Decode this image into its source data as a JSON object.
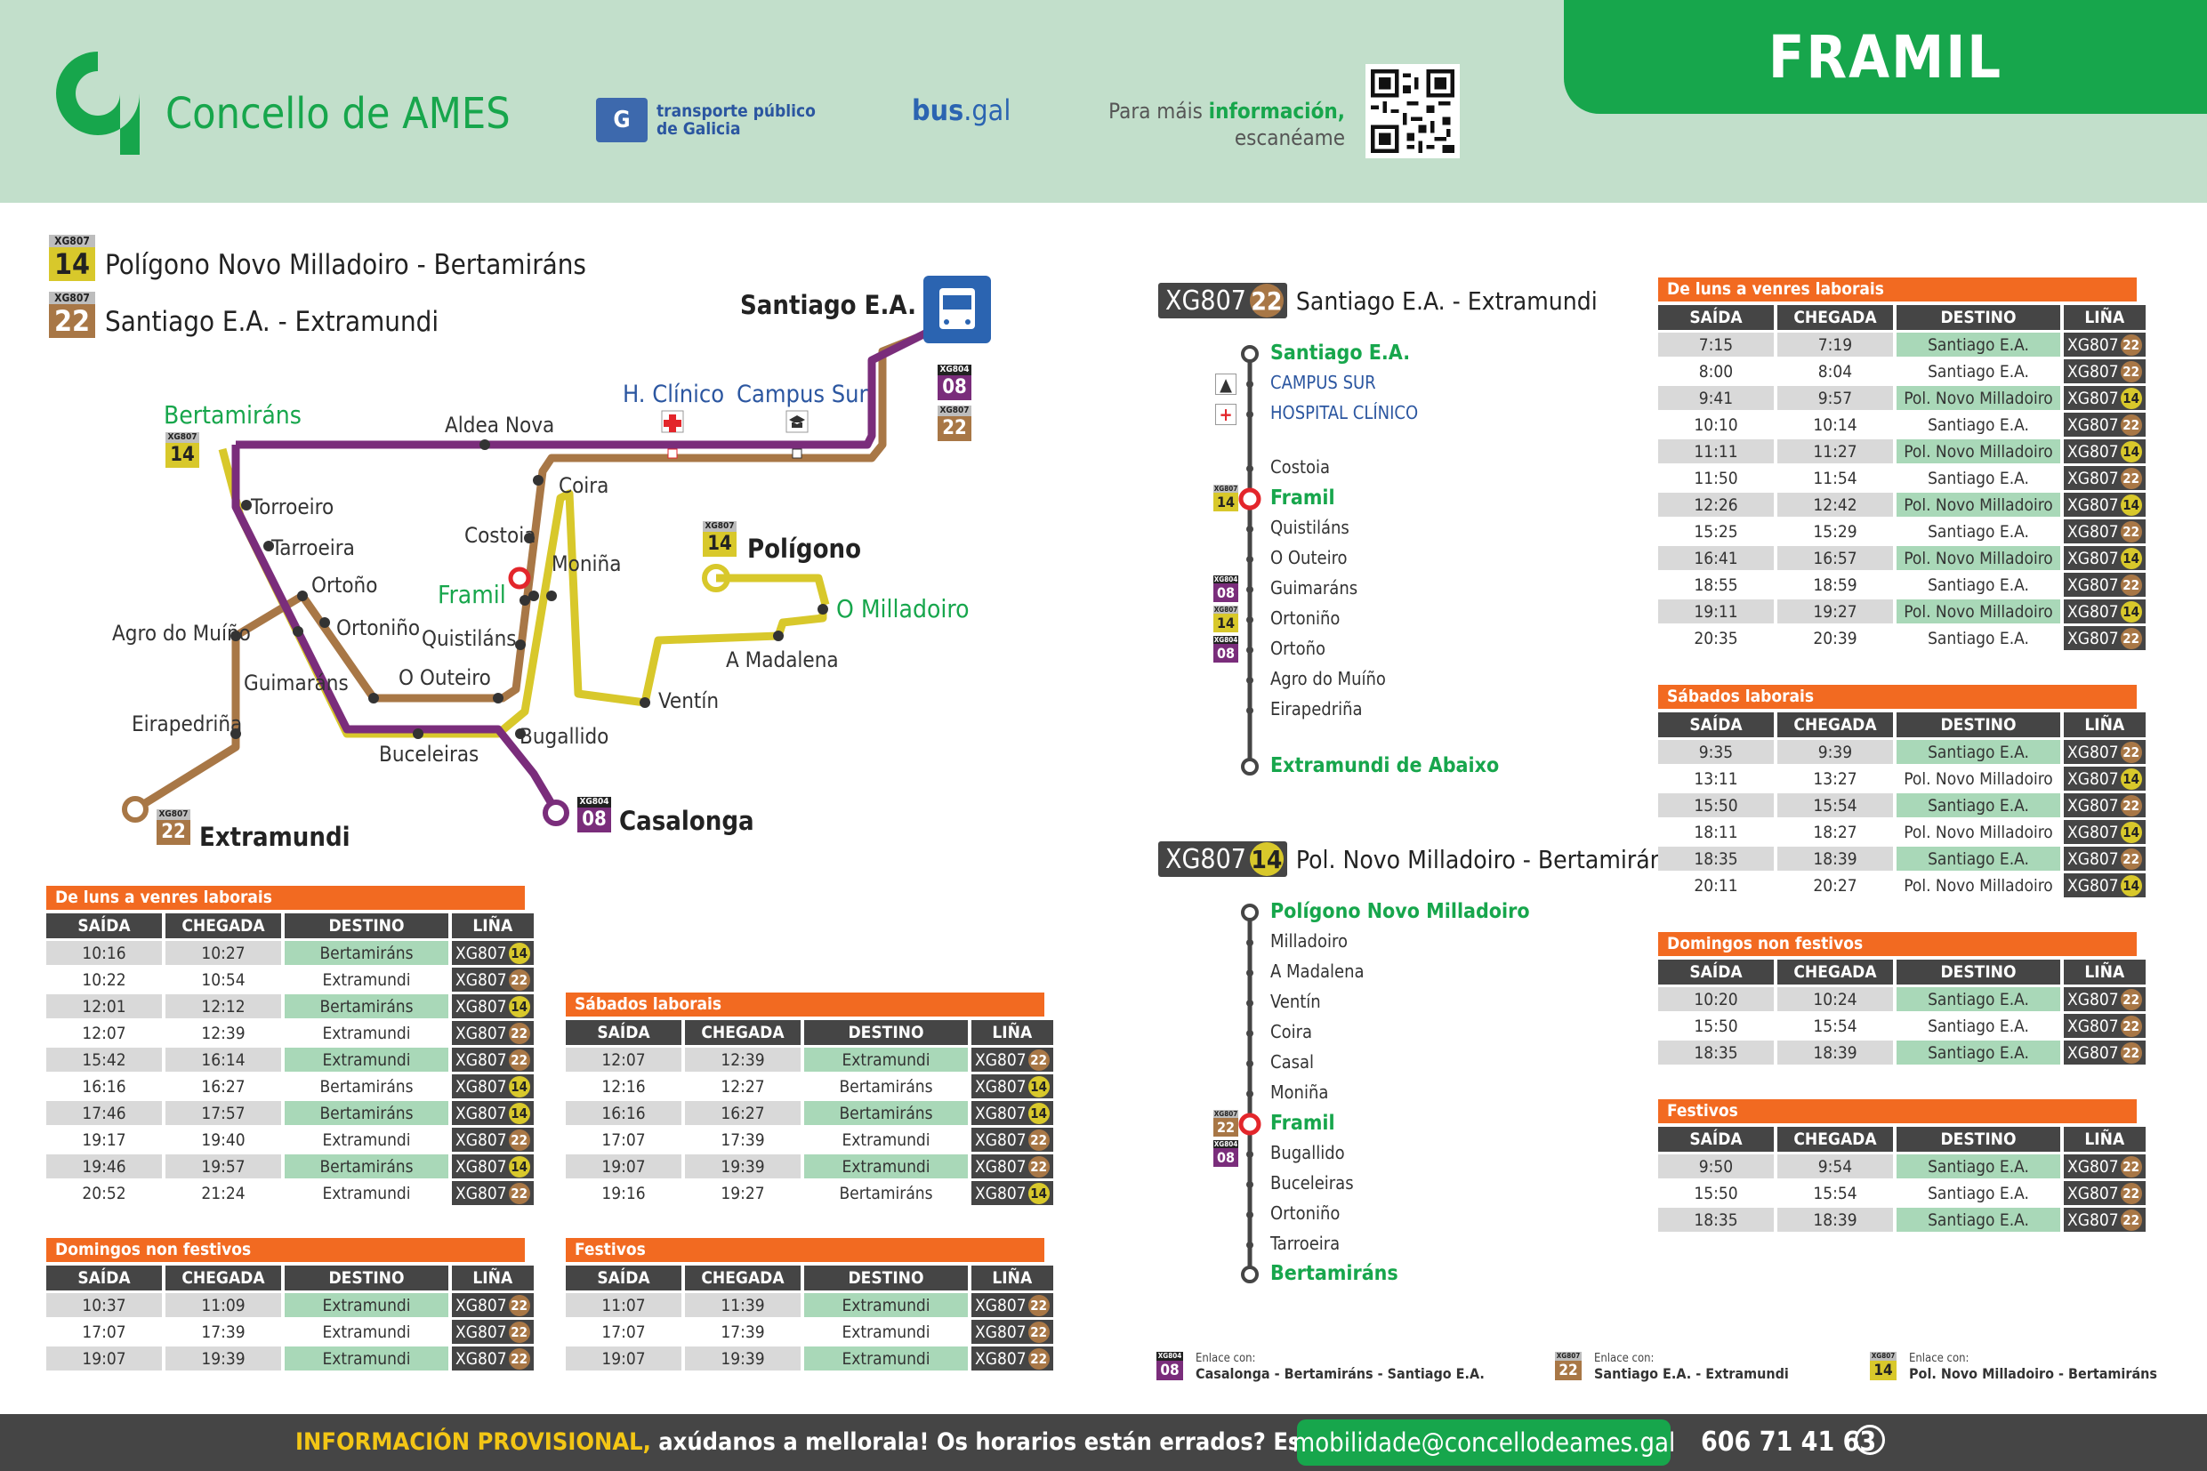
{
  "header": {
    "stop_name": "FRAMIL",
    "org": "Concello de AMES",
    "tpg_line1": "transporte público",
    "tpg_line2": "de Galicia",
    "busgal_a": "bus",
    "busgal_b": ".gal",
    "info_a": "Para máis ",
    "info_b": "información,",
    "info_c": "escanéame"
  },
  "legend": [
    {
      "code": "XG807",
      "num": "14",
      "name": "Polígono Novo Milladoiro - Bertamiráns"
    },
    {
      "code": "XG807",
      "num": "22",
      "name": "Santiago E.A. - Extramundi"
    }
  ],
  "map": {
    "labels": [
      {
        "text": "Santiago E.A.",
        "cls": "big"
      },
      {
        "text": "H. Clínico",
        "cls": "blue"
      },
      {
        "text": "Campus Sur",
        "cls": "blue"
      },
      {
        "text": "Bertamiráns",
        "cls": "green"
      },
      {
        "text": "Aldea Nova",
        "cls": ""
      },
      {
        "text": "Torroeiro",
        "cls": ""
      },
      {
        "text": "Tarroeira",
        "cls": ""
      },
      {
        "text": "Ortoño",
        "cls": ""
      },
      {
        "text": "Ortoniño",
        "cls": ""
      },
      {
        "text": "Agro do Muíño",
        "cls": ""
      },
      {
        "text": "Guimaráns",
        "cls": ""
      },
      {
        "text": "Eirapedriña",
        "cls": ""
      },
      {
        "text": "Coira",
        "cls": ""
      },
      {
        "text": "Costoia",
        "cls": ""
      },
      {
        "text": "Framil",
        "cls": "green"
      },
      {
        "text": "Moniña",
        "cls": ""
      },
      {
        "text": "Quistiláns",
        "cls": ""
      },
      {
        "text": "O Outeiro",
        "cls": ""
      },
      {
        "text": "Bugallido",
        "cls": ""
      },
      {
        "text": "Buceleiras",
        "cls": ""
      },
      {
        "text": "Ventín",
        "cls": ""
      },
      {
        "text": "A Madalena",
        "cls": ""
      },
      {
        "text": "O Milladoiro",
        "cls": "green"
      },
      {
        "text": "Polígono",
        "cls": "big"
      },
      {
        "text": "Casalonga",
        "cls": "big"
      },
      {
        "text": "Extramundi",
        "cls": "big"
      }
    ],
    "badges": {
      "code807": "XG807",
      "code804": "XG804",
      "n14": "14",
      "n22": "22",
      "n08": "08"
    }
  },
  "left_tables": {
    "weekdays": {
      "title": "De luns a venres laborais",
      "headers": [
        "SAÍDA",
        "CHEGADA",
        "DESTINO",
        "LIÑA"
      ],
      "rows": [
        {
          "s": "10:16",
          "c": "10:27",
          "d": "Bertamiráns",
          "l": "XG807",
          "n": "14"
        },
        {
          "s": "10:22",
          "c": "10:54",
          "d": "Extramundi",
          "l": "XG807",
          "n": "22"
        },
        {
          "s": "12:01",
          "c": "12:12",
          "d": "Bertamiráns",
          "l": "XG807",
          "n": "14"
        },
        {
          "s": "12:07",
          "c": "12:39",
          "d": "Extramundi",
          "l": "XG807",
          "n": "22"
        },
        {
          "s": "15:42",
          "c": "16:14",
          "d": "Extramundi",
          "l": "XG807",
          "n": "22"
        },
        {
          "s": "16:16",
          "c": "16:27",
          "d": "Bertamiráns",
          "l": "XG807",
          "n": "14"
        },
        {
          "s": "17:46",
          "c": "17:57",
          "d": "Bertamiráns",
          "l": "XG807",
          "n": "14"
        },
        {
          "s": "19:17",
          "c": "19:40",
          "d": "Extramundi",
          "l": "XG807",
          "n": "22"
        },
        {
          "s": "19:46",
          "c": "19:57",
          "d": "Bertamiráns",
          "l": "XG807",
          "n": "14"
        },
        {
          "s": "20:52",
          "c": "21:24",
          "d": "Extramundi",
          "l": "XG807",
          "n": "22"
        }
      ]
    },
    "saturdays": {
      "title": "Sábados laborais",
      "headers": [
        "SAÍDA",
        "CHEGADA",
        "DESTINO",
        "LIÑA"
      ],
      "rows": [
        {
          "s": "12:07",
          "c": "12:39",
          "d": "Extramundi",
          "l": "XG807",
          "n": "22"
        },
        {
          "s": "12:16",
          "c": "12:27",
          "d": "Bertamiráns",
          "l": "XG807",
          "n": "14"
        },
        {
          "s": "16:16",
          "c": "16:27",
          "d": "Bertamiráns",
          "l": "XG807",
          "n": "14"
        },
        {
          "s": "17:07",
          "c": "17:39",
          "d": "Extramundi",
          "l": "XG807",
          "n": "22"
        },
        {
          "s": "19:07",
          "c": "19:39",
          "d": "Extramundi",
          "l": "XG807",
          "n": "22"
        },
        {
          "s": "19:16",
          "c": "19:27",
          "d": "Bertamiráns",
          "l": "XG807",
          "n": "14"
        }
      ]
    },
    "sundays": {
      "title": "Domingos non festivos",
      "headers": [
        "SAÍDA",
        "CHEGADA",
        "DESTINO",
        "LIÑA"
      ],
      "rows": [
        {
          "s": "10:37",
          "c": "11:09",
          "d": "Extramundi",
          "l": "XG807",
          "n": "22"
        },
        {
          "s": "17:07",
          "c": "17:39",
          "d": "Extramundi",
          "l": "XG807",
          "n": "22"
        },
        {
          "s": "19:07",
          "c": "19:39",
          "d": "Extramundi",
          "l": "XG807",
          "n": "22"
        }
      ]
    },
    "holidays": {
      "title": "Festivos",
      "headers": [
        "SAÍDA",
        "CHEGADA",
        "DESTINO",
        "LIÑA"
      ],
      "rows": [
        {
          "s": "11:07",
          "c": "11:39",
          "d": "Extramundi",
          "l": "XG807",
          "n": "22"
        },
        {
          "s": "17:07",
          "c": "17:39",
          "d": "Extramundi",
          "l": "XG807",
          "n": "22"
        },
        {
          "s": "19:07",
          "c": "19:39",
          "d": "Extramundi",
          "l": "XG807",
          "n": "22"
        }
      ]
    }
  },
  "right_tables": {
    "weekdays": {
      "title": "De luns a venres laborais",
      "headers": [
        "SAÍDA",
        "CHEGADA",
        "DESTINO",
        "LIÑA"
      ],
      "rows": [
        {
          "s": "7:15",
          "c": "7:19",
          "d": "Santiago E.A.",
          "l": "XG807",
          "n": "22"
        },
        {
          "s": "8:00",
          "c": "8:04",
          "d": "Santiago E.A.",
          "l": "XG807",
          "n": "22"
        },
        {
          "s": "9:41",
          "c": "9:57",
          "d": "Pol. Novo Milladoiro",
          "l": "XG807",
          "n": "14"
        },
        {
          "s": "10:10",
          "c": "10:14",
          "d": "Santiago E.A.",
          "l": "XG807",
          "n": "22"
        },
        {
          "s": "11:11",
          "c": "11:27",
          "d": "Pol. Novo Milladoiro",
          "l": "XG807",
          "n": "14"
        },
        {
          "s": "11:50",
          "c": "11:54",
          "d": "Santiago E.A.",
          "l": "XG807",
          "n": "22"
        },
        {
          "s": "12:26",
          "c": "12:42",
          "d": "Pol. Novo Milladoiro",
          "l": "XG807",
          "n": "14"
        },
        {
          "s": "15:25",
          "c": "15:29",
          "d": "Santiago E.A.",
          "l": "XG807",
          "n": "22"
        },
        {
          "s": "16:41",
          "c": "16:57",
          "d": "Pol. Novo Milladoiro",
          "l": "XG807",
          "n": "14"
        },
        {
          "s": "18:55",
          "c": "18:59",
          "d": "Santiago E.A.",
          "l": "XG807",
          "n": "22"
        },
        {
          "s": "19:11",
          "c": "19:27",
          "d": "Pol. Novo Milladoiro",
          "l": "XG807",
          "n": "14"
        },
        {
          "s": "20:35",
          "c": "20:39",
          "d": "Santiago E.A.",
          "l": "XG807",
          "n": "22"
        }
      ]
    },
    "saturdays": {
      "title": "Sábados laborais",
      "headers": [
        "SAÍDA",
        "CHEGADA",
        "DESTINO",
        "LIÑA"
      ],
      "rows": [
        {
          "s": "9:35",
          "c": "9:39",
          "d": "Santiago E.A.",
          "l": "XG807",
          "n": "22"
        },
        {
          "s": "13:11",
          "c": "13:27",
          "d": "Pol. Novo Milladoiro",
          "l": "XG807",
          "n": "14"
        },
        {
          "s": "15:50",
          "c": "15:54",
          "d": "Santiago E.A.",
          "l": "XG807",
          "n": "22"
        },
        {
          "s": "18:11",
          "c": "18:27",
          "d": "Pol. Novo Milladoiro",
          "l": "XG807",
          "n": "14"
        },
        {
          "s": "18:35",
          "c": "18:39",
          "d": "Santiago E.A.",
          "l": "XG807",
          "n": "22"
        },
        {
          "s": "20:11",
          "c": "20:27",
          "d": "Pol. Novo Milladoiro",
          "l": "XG807",
          "n": "14"
        }
      ]
    },
    "sundays": {
      "title": "Domingos non festivos",
      "headers": [
        "SAÍDA",
        "CHEGADA",
        "DESTINO",
        "LIÑA"
      ],
      "rows": [
        {
          "s": "10:20",
          "c": "10:24",
          "d": "Santiago E.A.",
          "l": "XG807",
          "n": "22"
        },
        {
          "s": "15:50",
          "c": "15:54",
          "d": "Santiago E.A.",
          "l": "XG807",
          "n": "22"
        },
        {
          "s": "18:35",
          "c": "18:39",
          "d": "Santiago E.A.",
          "l": "XG807",
          "n": "22"
        }
      ]
    },
    "holidays": {
      "title": "Festivos",
      "headers": [
        "SAÍDA",
        "CHEGADA",
        "DESTINO",
        "LIÑA"
      ],
      "rows": [
        {
          "s": "9:50",
          "c": "9:54",
          "d": "Santiago E.A.",
          "l": "XG807",
          "n": "22"
        },
        {
          "s": "15:50",
          "c": "15:54",
          "d": "Santiago E.A.",
          "l": "XG807",
          "n": "22"
        },
        {
          "s": "18:35",
          "c": "18:39",
          "d": "Santiago E.A.",
          "l": "XG807",
          "n": "22"
        }
      ]
    }
  },
  "route22": {
    "code": "XG807",
    "num": "22",
    "name": "Santiago E.A. - Extramundi",
    "stops": [
      {
        "name": "Santiago E.A.",
        "type": "terminal"
      },
      {
        "name": "CAMPUS SUR",
        "type": "blue"
      },
      {
        "name": "HOSPITAL CLÍNICO",
        "type": "blue"
      },
      {
        "name": "Costoia",
        "type": "stop"
      },
      {
        "name": "Framil",
        "type": "current"
      },
      {
        "name": "Quistiláns",
        "type": "stop"
      },
      {
        "name": "O Outeiro",
        "type": "stop"
      },
      {
        "name": "Guimaráns",
        "type": "stop"
      },
      {
        "name": "Ortoniño",
        "type": "stop"
      },
      {
        "name": "Ortoño",
        "type": "stop"
      },
      {
        "name": "Agro do Muíño",
        "type": "stop"
      },
      {
        "name": "Eirapedriña",
        "type": "stop"
      },
      {
        "name": "Extramundi de Abaixo",
        "type": "terminal"
      }
    ]
  },
  "route14": {
    "code": "XG807",
    "num": "14",
    "name": "Pol. Novo Milladoiro - Bertamiráns",
    "stops": [
      {
        "name": "Polígono Novo Milladoiro",
        "type": "terminal"
      },
      {
        "name": "Milladoiro",
        "type": "stop"
      },
      {
        "name": "A Madalena",
        "type": "stop"
      },
      {
        "name": "Ventín",
        "type": "stop"
      },
      {
        "name": "Coira",
        "type": "stop"
      },
      {
        "name": "Casal",
        "type": "stop"
      },
      {
        "name": "Moniña",
        "type": "stop"
      },
      {
        "name": "Framil",
        "type": "current"
      },
      {
        "name": "Bugallido",
        "type": "stop"
      },
      {
        "name": "Buceleiras",
        "type": "stop"
      },
      {
        "name": "Ortoniño",
        "type": "stop"
      },
      {
        "name": "Tarroeira",
        "type": "stop"
      },
      {
        "name": "Bertamiráns",
        "type": "terminal"
      }
    ]
  },
  "links": {
    "label": "Enlace con:",
    "l08": "Casalonga - Bertamiráns - Santiago E.A.",
    "l22": "Santiago E.A. - Extramundi",
    "l14": "Pol. Novo Milladoiro - Bertamiráns"
  },
  "footer": {
    "provisional": "INFORMACIÓN PROVISIONAL,",
    "rest": " axúdanos a mellorala! Os horarios están errados?  Escríbenos!:",
    "email": "mobilidade@concellodeames.gal",
    "phone": "606 71 41 63"
  },
  "colors": {
    "green": "#17a64c",
    "line14": "#d8c82b",
    "line22": "#a87746",
    "line08": "#7a2d7b",
    "orange": "#f26a21",
    "dark": "#454545"
  }
}
